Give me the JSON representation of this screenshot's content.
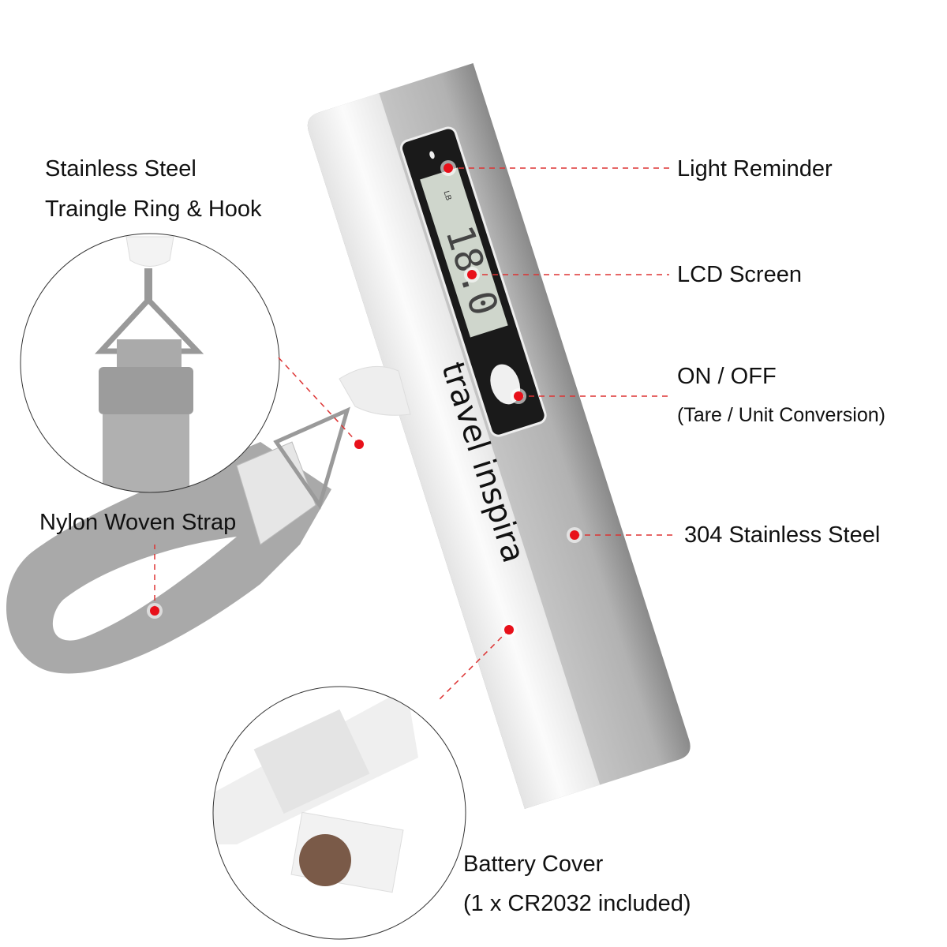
{
  "product": {
    "brand": "travel inspira",
    "lcd_unit": "LB",
    "lcd_reading": "18.0"
  },
  "labels": {
    "hook_line1": "Stainless Steel",
    "hook_line2": "Traingle Ring & Hook",
    "light": "Light Reminder",
    "lcd": "LCD Screen",
    "power": "ON / OFF",
    "power_sub": "(Tare / Unit Conversion)",
    "steel": "304 Stainless Steel",
    "strap": "Nylon Woven Strap",
    "battery": "Battery Cover",
    "battery_sub": "(1 x CR2032 included)"
  },
  "colors": {
    "marker": "#e8101a",
    "steel": "#b9b9b9",
    "body": "#f2f2f2",
    "strap": "#a9a9a9",
    "lcd_bg": "#cfd6cc"
  }
}
